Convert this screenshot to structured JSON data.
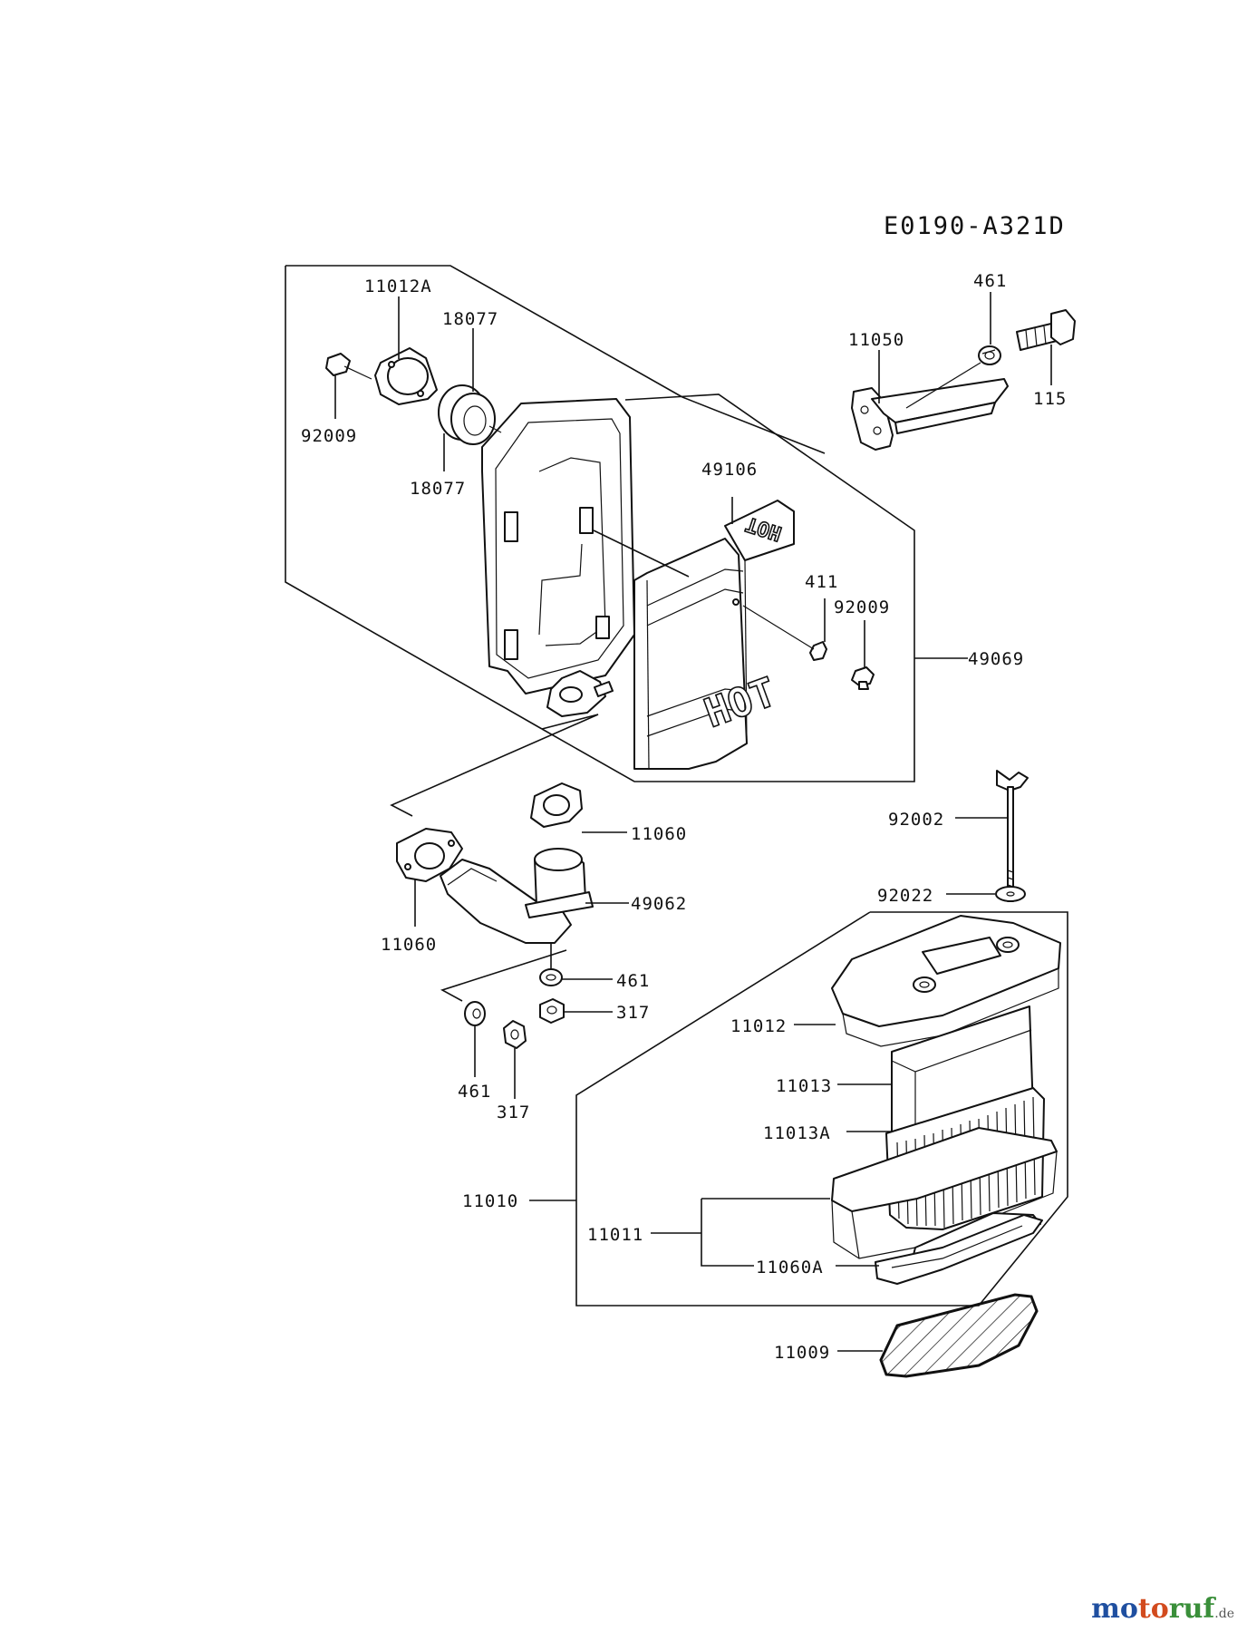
{
  "diagram_code": "E0190-A321D",
  "labels": {
    "l_11012A": "11012A",
    "l_18077_top": "18077",
    "l_18077_bot": "18077",
    "l_92009_left": "92009",
    "l_461_top": "461",
    "l_11050": "11050",
    "l_115": "115",
    "l_49106": "49106",
    "l_411": "411",
    "l_92009_right": "92009",
    "l_49069": "49069",
    "l_92002": "92002",
    "l_11060_right": "11060",
    "l_49062": "49062",
    "l_11060_left": "11060",
    "l_461_mid": "461",
    "l_317_mid": "317",
    "l_461_low": "461",
    "l_317_low": "317",
    "l_92022": "92022",
    "l_11012": "11012",
    "l_11013": "11013",
    "l_11013A": "11013A",
    "l_11010": "11010",
    "l_11011": "11011",
    "l_11060A": "11060A",
    "l_11009": "11009"
  },
  "stamp_text": "HOT",
  "watermark": {
    "m1": "mo",
    "m2": "to",
    "m3": "ruf",
    "tld": ".de"
  }
}
